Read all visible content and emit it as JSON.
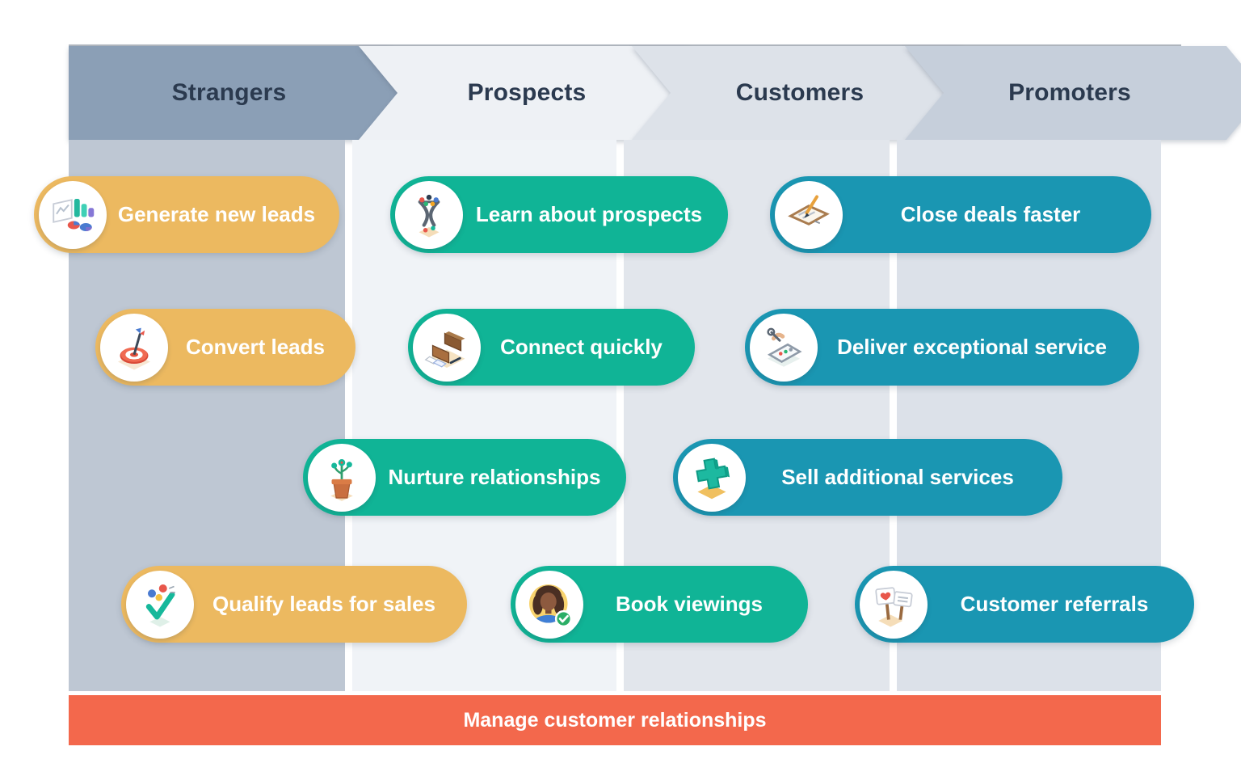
{
  "title": "Customer lifecycle funnel",
  "colors": {
    "orange_pill": "#ECB960",
    "green_pill": "#10B496",
    "blue_pill": "#1A96B2",
    "footer_bar": "#F3684C",
    "stage_strangers": "#8B9FB6",
    "stage_prospects": "#EEF1F5",
    "stage_customers": "#DDE2E9",
    "stage_promoters": "#C6CFDB",
    "column_strangers": "#BEC7D3",
    "column_prospects": "#F0F3F7",
    "column_customers": "#E2E6EC",
    "column_promoters": "#DCE1E9",
    "heading_text": "#2B3A4F",
    "pill_text": "#FFFFFF"
  },
  "header": {
    "stages": [
      {
        "label": "Strangers"
      },
      {
        "label": "Prospects"
      },
      {
        "label": "Customers"
      },
      {
        "label": "Promoters"
      }
    ]
  },
  "pills": [
    {
      "label": "Generate new leads",
      "stage": "Strangers",
      "color": "#ECB960",
      "icon": "bar-chart-presentation-icon"
    },
    {
      "label": "Learn about prospects",
      "stage": "Prospects",
      "color": "#10B496",
      "icon": "funnel-leads-icon"
    },
    {
      "label": "Close deals faster",
      "stage": "Customers",
      "color": "#1A96B2",
      "icon": "sign-contract-icon"
    },
    {
      "label": "Convert leads",
      "stage": "Strangers",
      "color": "#ECB960",
      "icon": "target-dart-icon"
    },
    {
      "label": "Connect quickly",
      "stage": "Prospects",
      "color": "#10B496",
      "icon": "briefcase-workspace-icon"
    },
    {
      "label": "Deliver exceptional service",
      "stage": "Customers",
      "color": "#1A96B2",
      "icon": "device-service-icon"
    },
    {
      "label": "Nurture relationships",
      "stage": "Prospects",
      "color": "#10B496",
      "icon": "potted-plant-icon"
    },
    {
      "label": "Sell additional services",
      "stage": "Customers",
      "color": "#1A96B2",
      "icon": "plus-sign-icon"
    },
    {
      "label": "Qualify leads for sales",
      "stage": "Strangers",
      "color": "#ECB960",
      "icon": "checkmark-leads-icon"
    },
    {
      "label": "Book viewings",
      "stage": "Prospects",
      "color": "#10B496",
      "icon": "agent-avatar-icon"
    },
    {
      "label": "Customer referrals",
      "stage": "Promoters",
      "color": "#1A96B2",
      "icon": "referral-signs-icon"
    }
  ],
  "footer": {
    "label": "Manage customer relationships"
  }
}
